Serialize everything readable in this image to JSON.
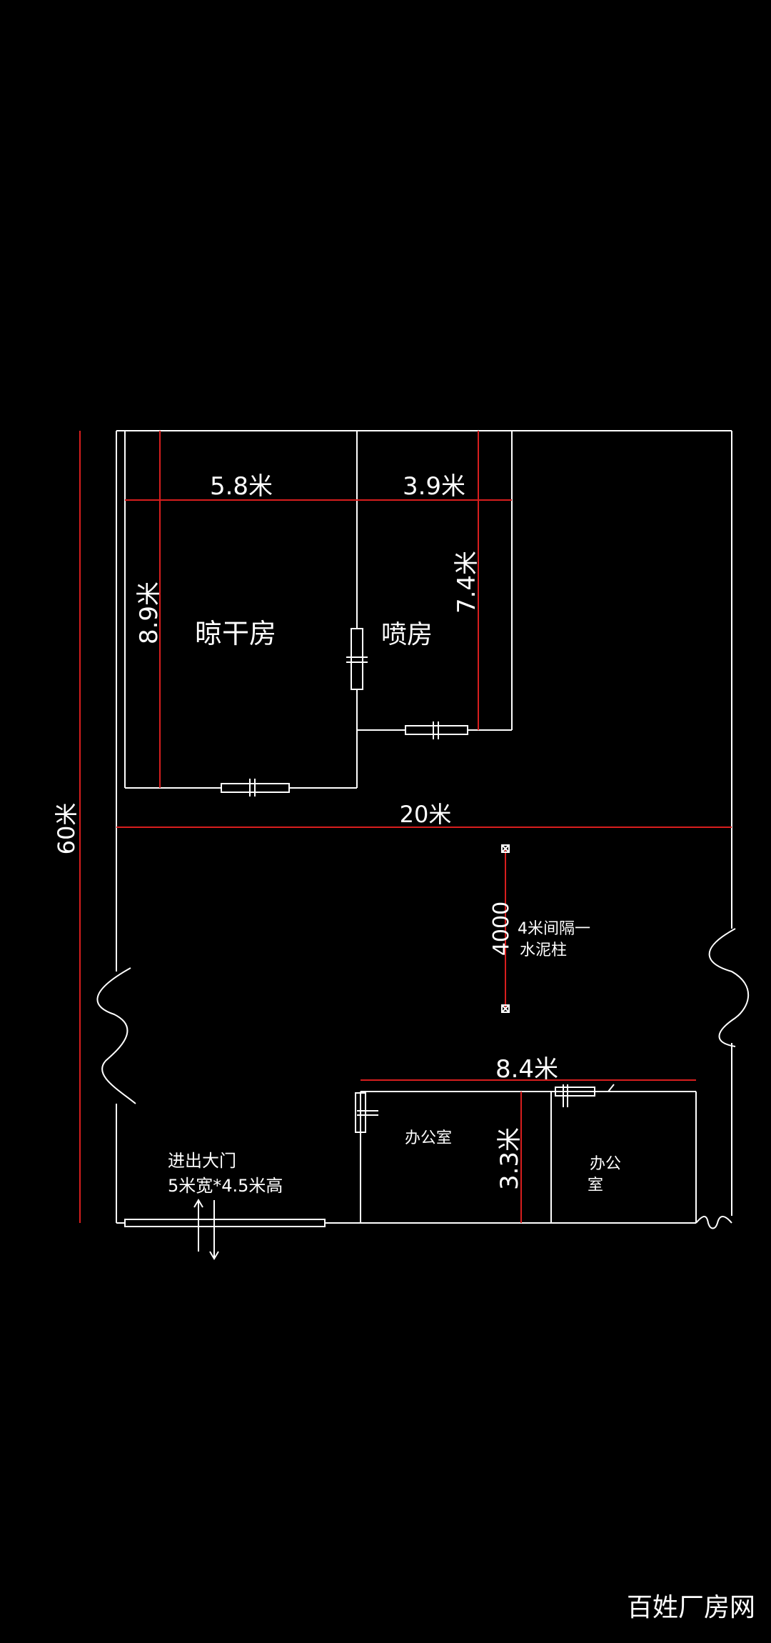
{
  "dimensions": {
    "dry_room_width": "5.8米",
    "spray_room_width": "3.9米",
    "dry_room_depth": "8.9米",
    "spray_room_depth": "7.4米",
    "building_width": "20米",
    "building_length": "60米",
    "column_spacing": "4000",
    "office_width": "8.4米",
    "office_depth": "3.3米"
  },
  "rooms": {
    "dry_room": "晾干房",
    "spray_room": "喷房",
    "office_1": "办公室",
    "office_2_line1": "办公",
    "office_2_line2": "室"
  },
  "notes": {
    "column_note_line1": "4米间隔一",
    "column_note_line2": "水泥柱",
    "gate_line1": "进出大门",
    "gate_line2": "5米宽*4.5米高"
  },
  "watermark": "百姓厂房网",
  "colors": {
    "background": "#000000",
    "wall_lines": "#ffffff",
    "dimension_lines": "#d81e1e"
  }
}
